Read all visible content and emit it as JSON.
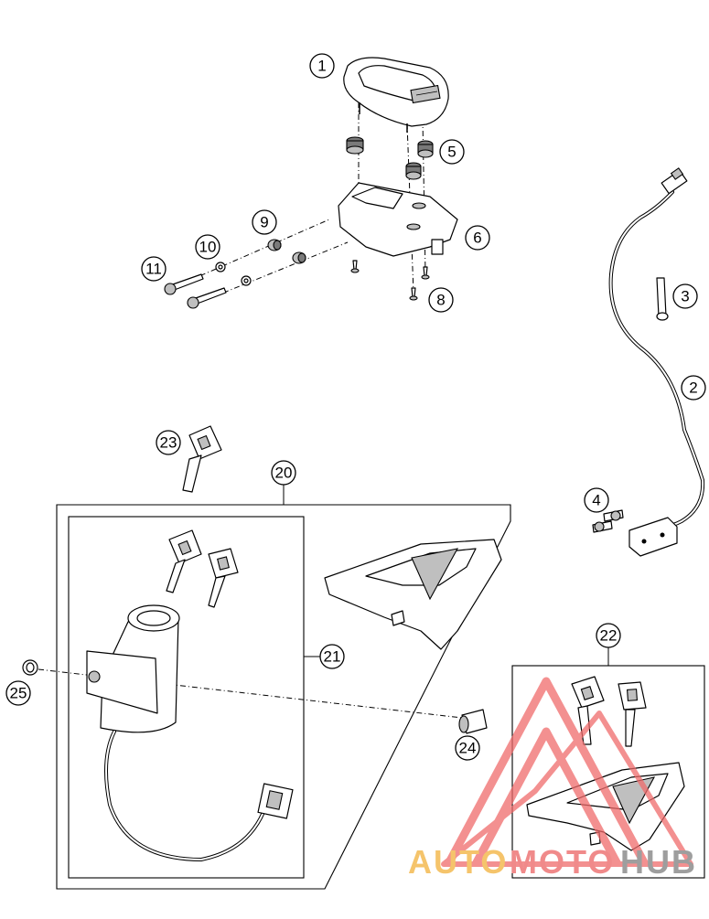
{
  "callouts": {
    "c1": "1",
    "c2": "2",
    "c3": "3",
    "c4": "4",
    "c5": "5",
    "c6": "6",
    "c8": "8",
    "c9": "9",
    "c10": "10",
    "c11": "11",
    "c20": "20",
    "c21": "21",
    "c22": "22",
    "c23": "23",
    "c24": "24",
    "c25": "25"
  },
  "watermark": {
    "part_a": "AUTO",
    "part_b": "MOTO",
    "part_c": "HUB",
    "colors": {
      "auto": "#f5c46b",
      "moto": "#f08a8a",
      "hub": "#9e9e9e",
      "logo": "#f06b6b"
    }
  }
}
